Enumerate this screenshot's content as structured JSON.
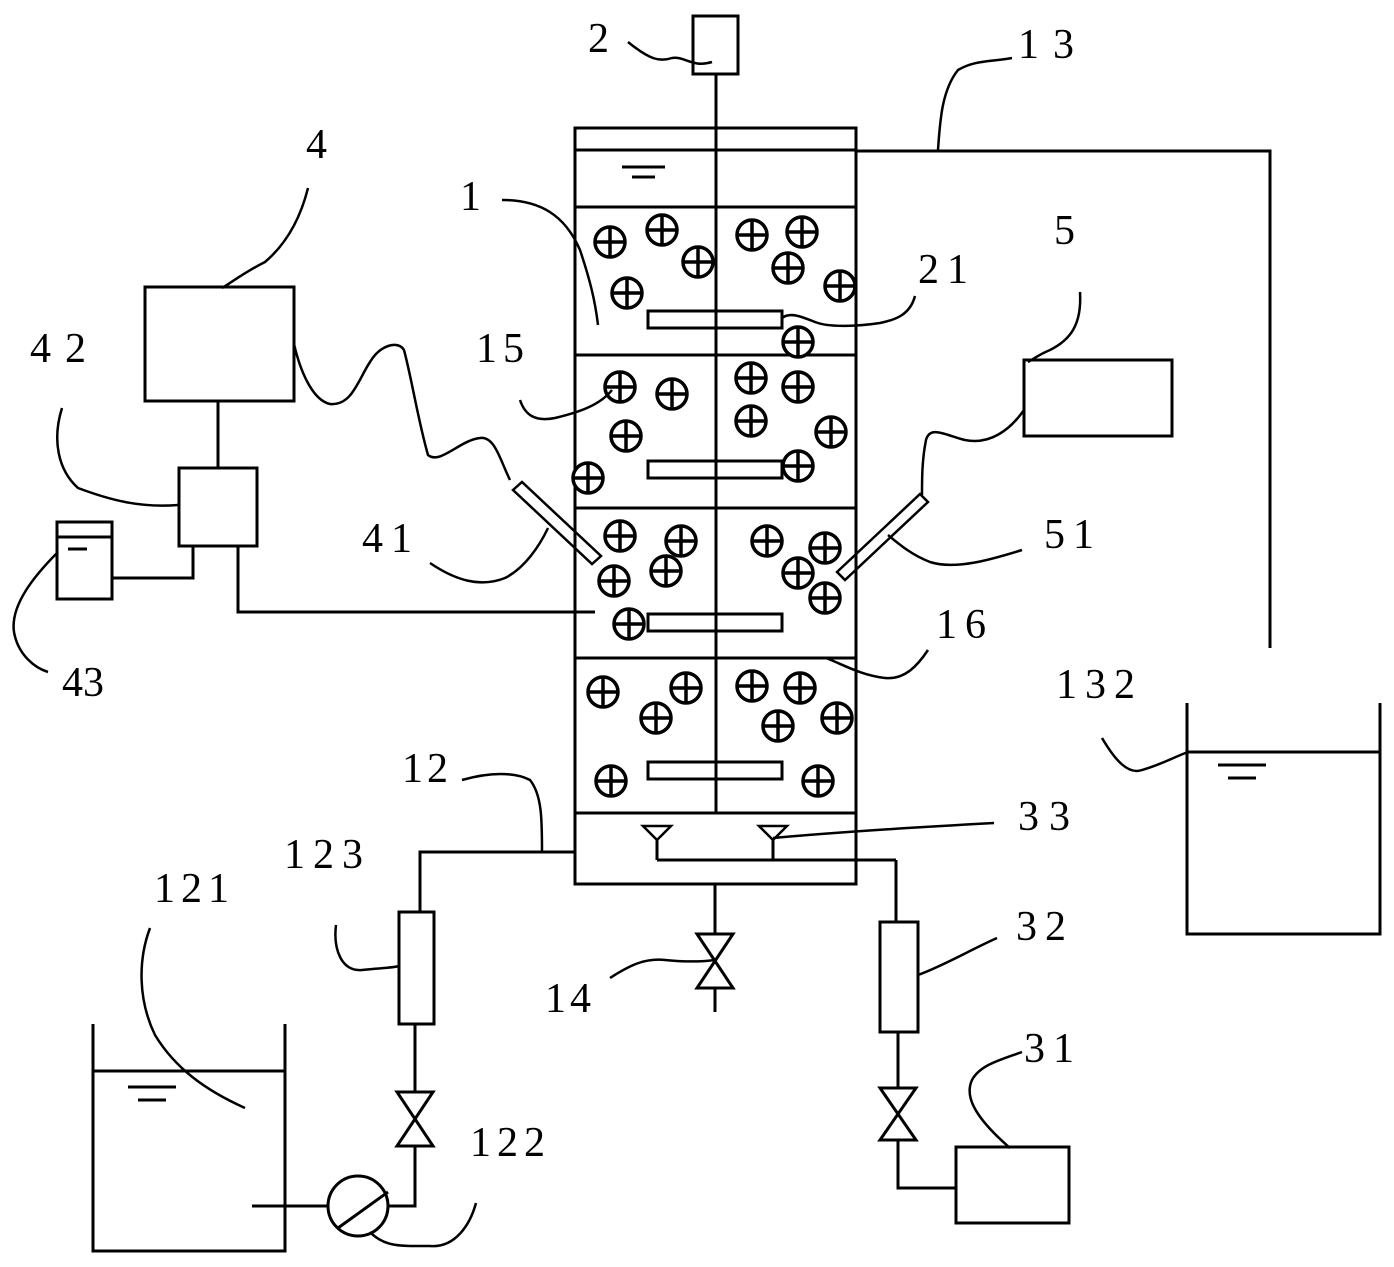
{
  "diagram": {
    "labels": {
      "l1": "1",
      "l2": "2",
      "l4": "4",
      "l5": "5",
      "l12": "12",
      "l13": "13",
      "l14": "14",
      "l15": "15",
      "l16": "16",
      "l21": "21",
      "l31": "31",
      "l32": "32",
      "l33": "33",
      "l41": "41",
      "l42": "42",
      "l43": "43",
      "l51": "51",
      "l121": "121",
      "l122": "122",
      "l123": "123",
      "l132": "132"
    }
  }
}
